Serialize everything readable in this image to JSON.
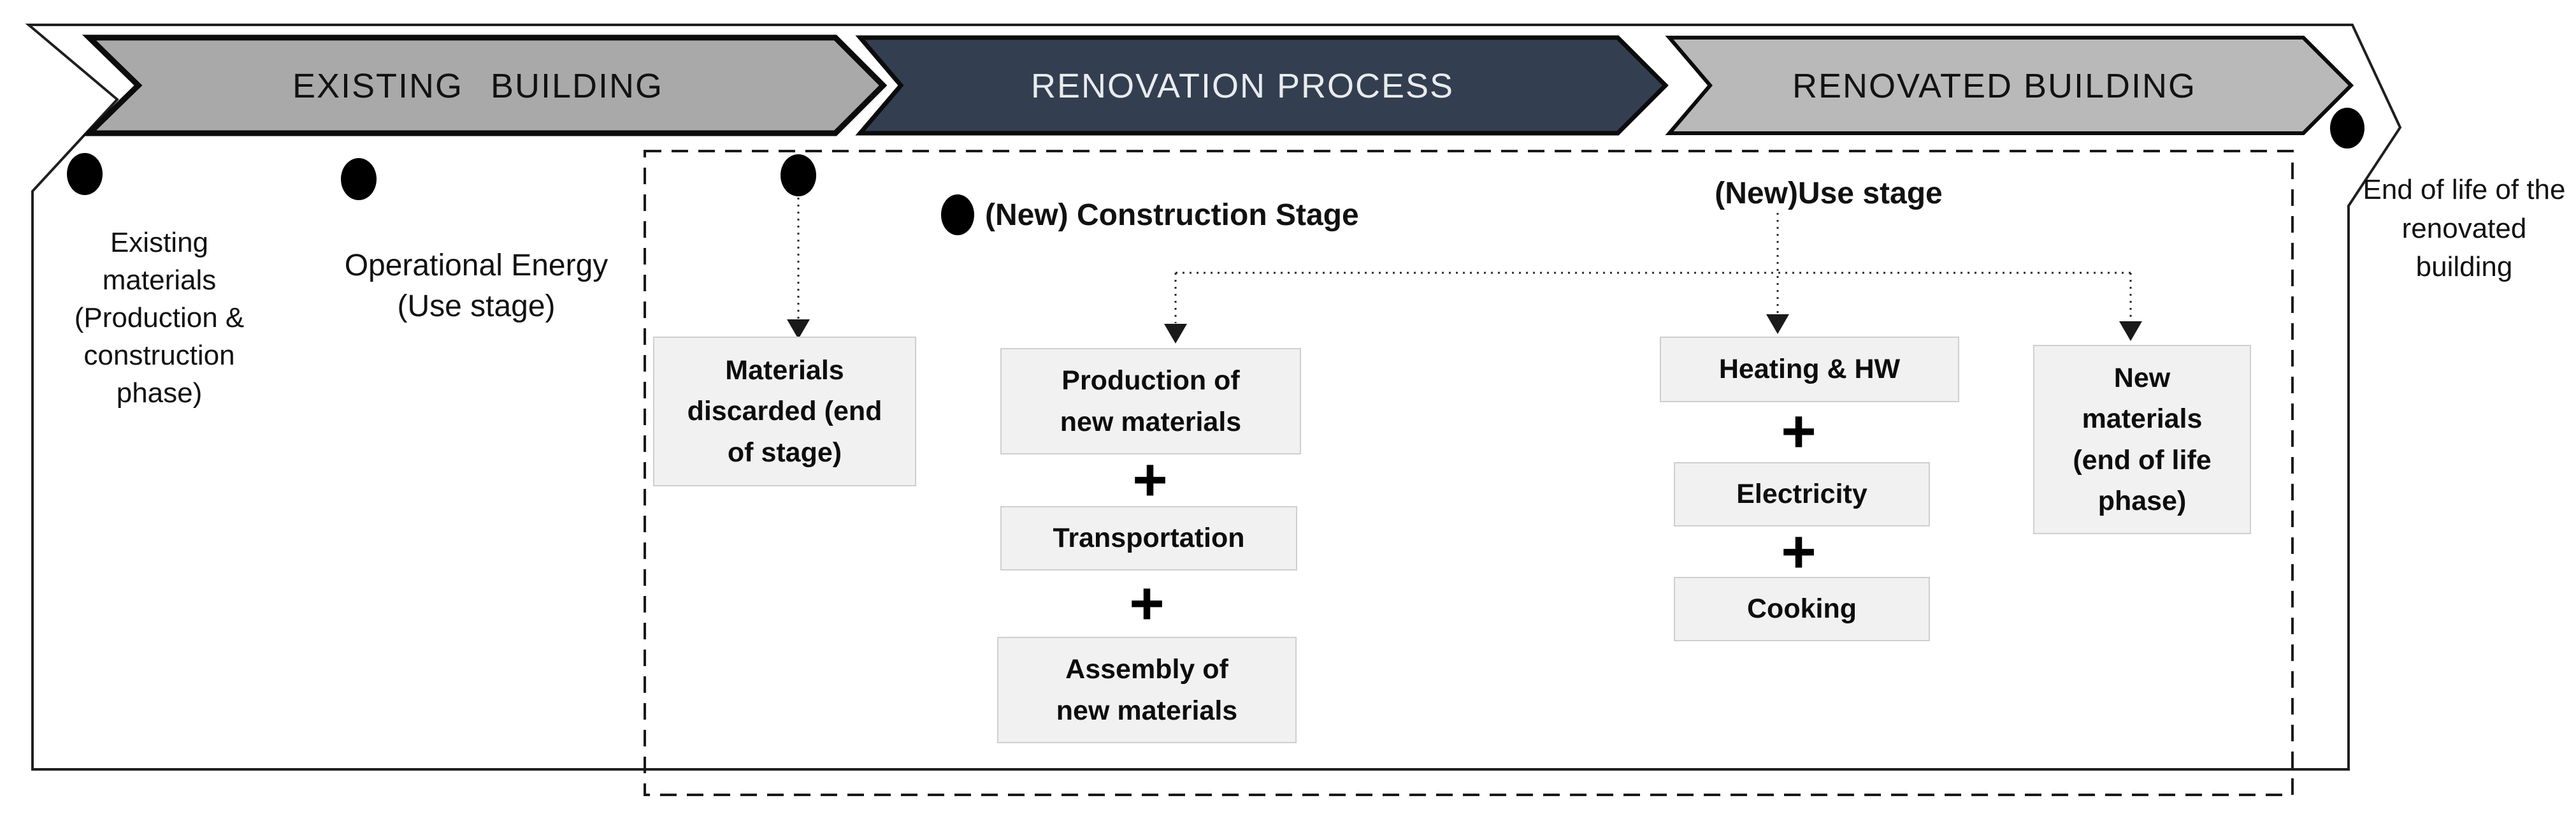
{
  "colors": {
    "chevron_existing_fill": "#a9a9a9",
    "chevron_renovation_fill": "#333f50",
    "chevron_renovated_fill": "#b9b9b9",
    "chevron_dark_text": "#121212",
    "chevron_light_text": "#e9ebee",
    "box_fill": "#f1f1f1",
    "box_border": "#cfcfcf",
    "outline": "#1f1f1f"
  },
  "banner": {
    "existing": "EXISTING BUILDING",
    "renovation": "RENOVATION PROCESS",
    "renovated": "RENOVATED BUILDING"
  },
  "labels": {
    "existing_materials": "Existing materials (Production & construction phase)",
    "operational_energy": "Operational Energy (Use stage)",
    "construction_stage": "(New) Construction Stage",
    "use_stage": "(New)Use stage",
    "end_of_life": "End of life of the renovated building",
    "plus": "+"
  },
  "boxes": {
    "materials_discarded": "Materials discarded (end of stage)",
    "production_new_materials": "Production of new materials",
    "transportation": "Transportation",
    "assembly_new_materials": "Assembly of new materials",
    "heating_hw": "Heating & HW",
    "electricity": "Electricity",
    "cooking": "Cooking",
    "new_materials_eol": "New materials (end of life phase)"
  }
}
